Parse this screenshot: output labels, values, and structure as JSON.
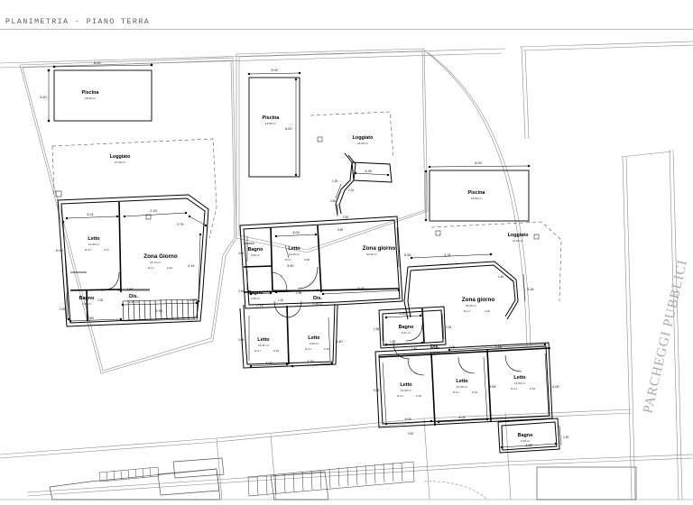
{
  "header": {
    "title": "PLANIMETRIA - PIANO TERRA"
  },
  "annotations": {
    "parking_label": "PARCHEGGI PUBBLICI"
  },
  "units": [
    {
      "id": "left-unit",
      "pool": {
        "label": "Piscina",
        "area": "18.00 m²",
        "width": "6.00",
        "height": "3.00"
      },
      "loggiato": {
        "label": "Loggiato",
        "area": "27.00 m²"
      },
      "rooms": [
        {
          "label": "Letto",
          "area": "12.00 m²",
          "rai_label": "R.A.I.",
          "rai": "0.17"
        },
        {
          "label": "Zona Giorno",
          "area": "24.73 m²",
          "rai_label": "R.A.I.",
          "rai": "0.22"
        },
        {
          "label": "Bagno",
          "area": "4.56 m²"
        },
        {
          "label": "Dis.",
          "area": "2.35 m²"
        }
      ],
      "dims": [
        "3.01",
        "2.43",
        "2.75",
        "6.03",
        "4.14",
        "1.80",
        "1.25",
        "2.25",
        "1.80",
        "6.90",
        "1.00"
      ]
    },
    {
      "id": "center-unit",
      "pool": {
        "label": "Piscina",
        "area": "18.00 m²",
        "width": "3.00",
        "height": "6.00"
      },
      "loggiato": {
        "label": "Loggiato",
        "area": "24.60 m²"
      },
      "rooms": [
        {
          "label": "Bagno",
          "area": "5.06 m²"
        },
        {
          "label": "Bagno",
          "area": "4.09 m²"
        },
        {
          "label": "Letto",
          "area": "14.00 m²",
          "rai_label": "R.A.I.",
          "rai": "0.95"
        },
        {
          "label": "Dis.",
          "area": "4.36 m²"
        },
        {
          "label": "Zona giorno",
          "area": "30.00 m²"
        },
        {
          "label": "Letto",
          "area": "15.11 m²",
          "rai_label": "R.A.I.",
          "rai": "0.19"
        },
        {
          "label": "Letto",
          "area": "9.60 m²",
          "rai_label": "R.A.I.",
          "rai": "0.20"
        }
      ],
      "dims": [
        "4.00",
        "0.59",
        "2.80",
        "2.15",
        "2.10",
        "2.95",
        "3.30",
        "3.00",
        "3.30",
        "8.40",
        "1.10",
        "1.95",
        "3.95",
        "2.24",
        "0.60",
        "0.50",
        "5.95",
        "3.50",
        "1.35"
      ]
    },
    {
      "id": "right-unit",
      "pool": {
        "label": "Piscina",
        "area": "18.00 m²",
        "width": "6.00",
        "height": "3.00"
      },
      "loggiato": {
        "label": "Loggiato",
        "area": "21.00 m²"
      },
      "rooms": [
        {
          "label": "Zona giorno",
          "area": "33.25 m²",
          "rai_label": "R.A.I.",
          "rai": "0.20"
        },
        {
          "label": "Bagno",
          "area": "5.21 m²"
        },
        {
          "label": "Dis.",
          "area": "2.59 m²"
        },
        {
          "label": "Letto",
          "area": "15.90 m²",
          "rai_label": "R.A.I.",
          "rai": "0.19"
        },
        {
          "label": "Letto",
          "area": "10.96 m²",
          "rai_label": "R.A.I.",
          "rai": "0.19"
        },
        {
          "label": "Letto",
          "area": "14.50 m²",
          "rai_label": "R.A.I.",
          "rai": "0.19"
        },
        {
          "label": "Bagno",
          "area": "4.60 m²"
        }
      ],
      "dims": [
        "4.31",
        "1.62",
        "3.40",
        "1.55",
        "2.15",
        "1.95",
        "1.40",
        "1.00",
        "7.16",
        "3.16",
        "5.15",
        "3.65",
        "4.05",
        "3.00",
        "3.00",
        "3.55",
        "1.30",
        "3.00",
        "1.35"
      ]
    }
  ],
  "colors": {
    "paper": "#ffffff",
    "ink": "#000000",
    "site_line": "#8c8c8c",
    "title_text": "#5d5d5d",
    "rule": "#b9b9b9",
    "parking_text": "#a9a9a9"
  }
}
